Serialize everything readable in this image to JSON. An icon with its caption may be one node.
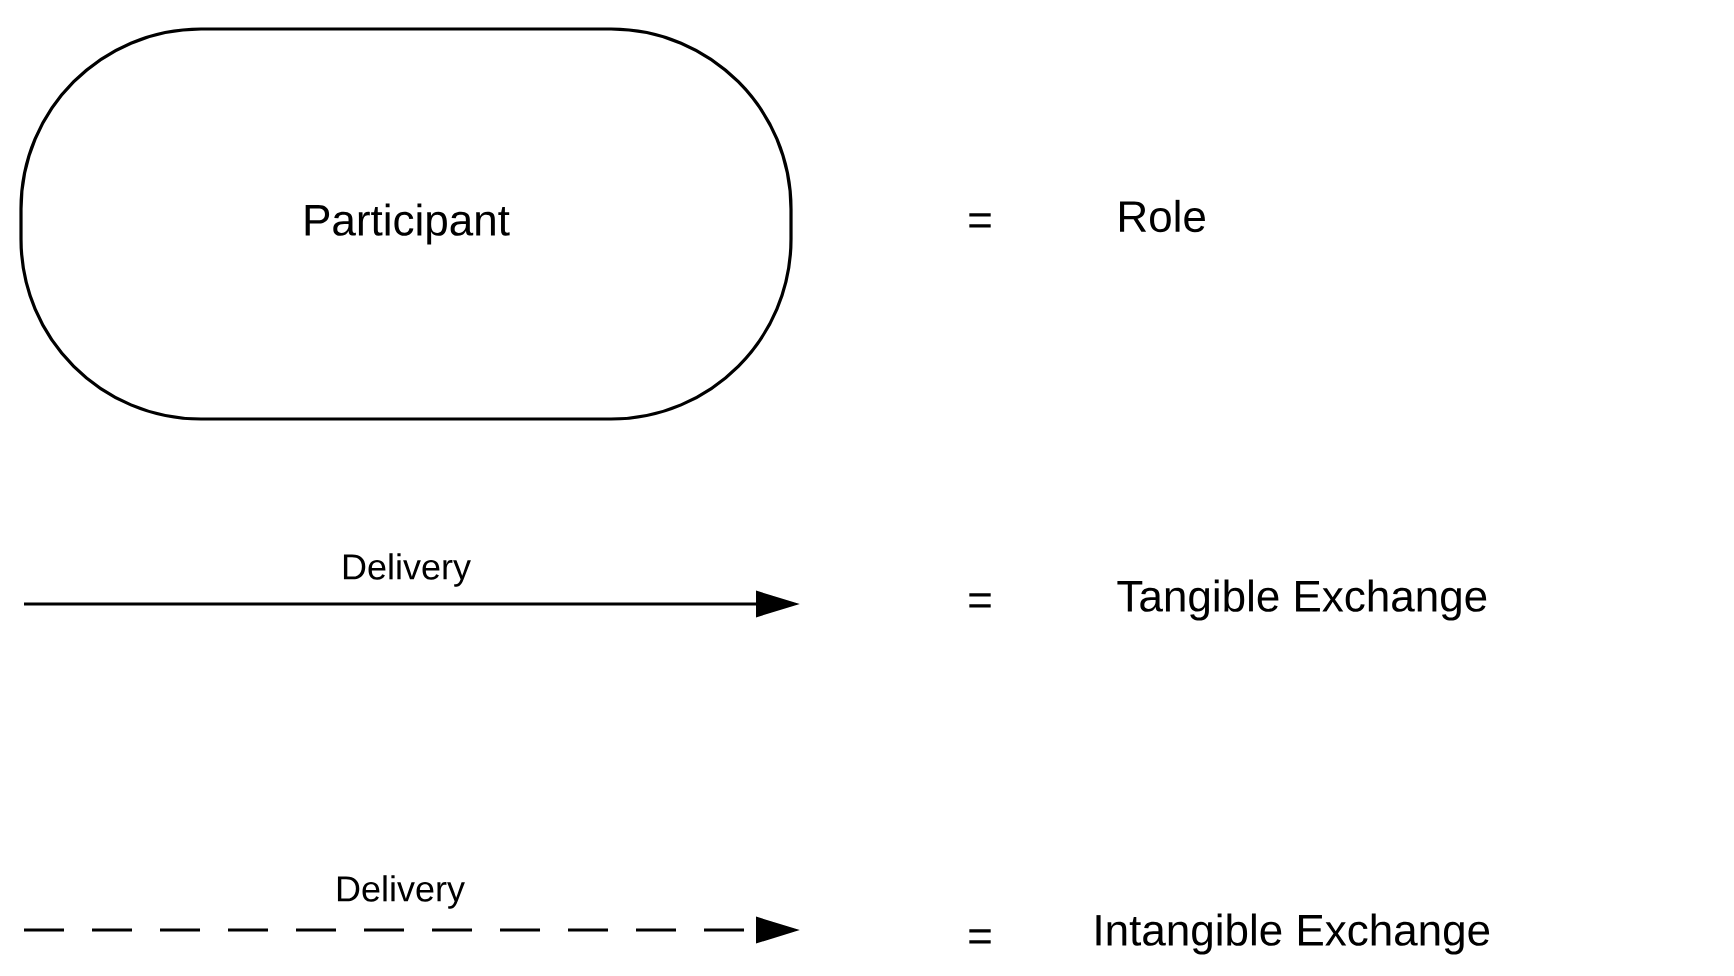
{
  "diagram": {
    "nodes": [
      {
        "text": [
          "Participant"
        ]
      }
    ],
    "labels": [
      "=",
      "Role",
      "Delivery",
      "=",
      "Delivery",
      "="
    ],
    "legend": [
      {
        "text": "Tangible Exchange"
      },
      {
        "text": "Intangible Exchange"
      }
    ]
  }
}
